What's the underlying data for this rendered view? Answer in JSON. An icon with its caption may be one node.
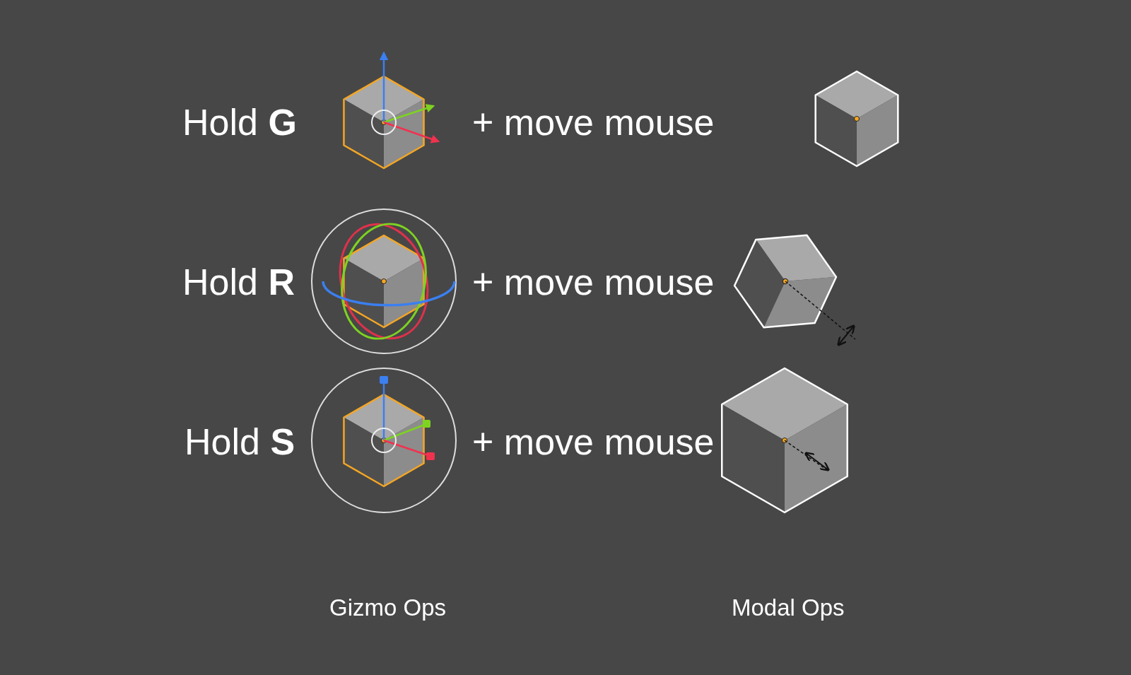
{
  "diagram": {
    "labels": [
      "Hold **G**",
      "+ move mouse",
      "Hold **R**",
      "+ move mouse",
      "Hold **S**",
      "+ move mouse",
      "Gizmo Ops",
      "Modal Ops"
    ]
  }
}
